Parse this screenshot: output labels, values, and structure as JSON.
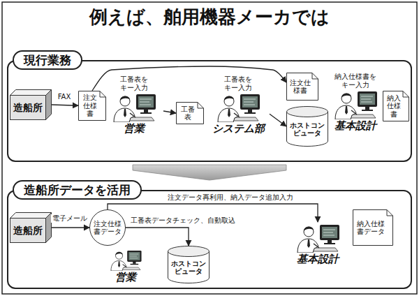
{
  "diagram": {
    "title": "例えば、舶用機器メーカでは",
    "nodes": [
      {
        "text": [
          "現行業務"
        ]
      },
      {
        "text": [
          "造船所"
        ],
        "in": 0
      },
      {
        "text": [
          "注文仕様書"
        ],
        "in": 0
      },
      {
        "text": [
          "工番表をキー入力",
          "営業"
        ],
        "in": 0
      },
      {
        "text": [
          "工番表"
        ],
        "in": 0
      },
      {
        "text": [
          "工番表をキー入力",
          "システム部"
        ],
        "in": 0
      },
      {
        "text": [
          "注文仕様書"
        ],
        "in": 0
      },
      {
        "text": [
          "ホストコンピュータ"
        ],
        "in": 0
      },
      {
        "text": [
          "納入仕様書をキー入力",
          "基本設計"
        ],
        "in": 0
      },
      {
        "text": [
          "納入仕様書"
        ],
        "in": 0
      },
      {
        "text": [
          "造船所データを活用"
        ]
      },
      {
        "text": [
          "造船所"
        ],
        "in": 10
      },
      {
        "text": [
          "注文仕様書データ"
        ],
        "in": 10
      },
      {
        "text": [
          "営業"
        ],
        "in": 10
      },
      {
        "text": [
          "ホストコンピュータ"
        ],
        "in": 10
      },
      {
        "text": [
          "基本設計"
        ],
        "in": 10
      },
      {
        "text": [
          "納入仕様書データ"
        ],
        "in": 10
      }
    ],
    "edges": [
      {
        "from": 1,
        "to": 2,
        "label": "FAX",
        "arrow": "to"
      },
      {
        "from": 2,
        "to": 6,
        "arrow": "to"
      },
      {
        "from": 3,
        "to": 4,
        "arrow": "to"
      },
      {
        "from": 5,
        "to": 7,
        "arrow": "to"
      },
      {
        "from": 11,
        "to": 12,
        "label": "電子メール",
        "arrow": "to"
      },
      {
        "from": 12,
        "to": 14,
        "label": "工番表データチェック、自動取込",
        "arrow": "to"
      },
      {
        "from": 12,
        "to": 15,
        "label": "注文データ再利用、納入データ追加入力",
        "arrow": "to"
      }
    ]
  }
}
